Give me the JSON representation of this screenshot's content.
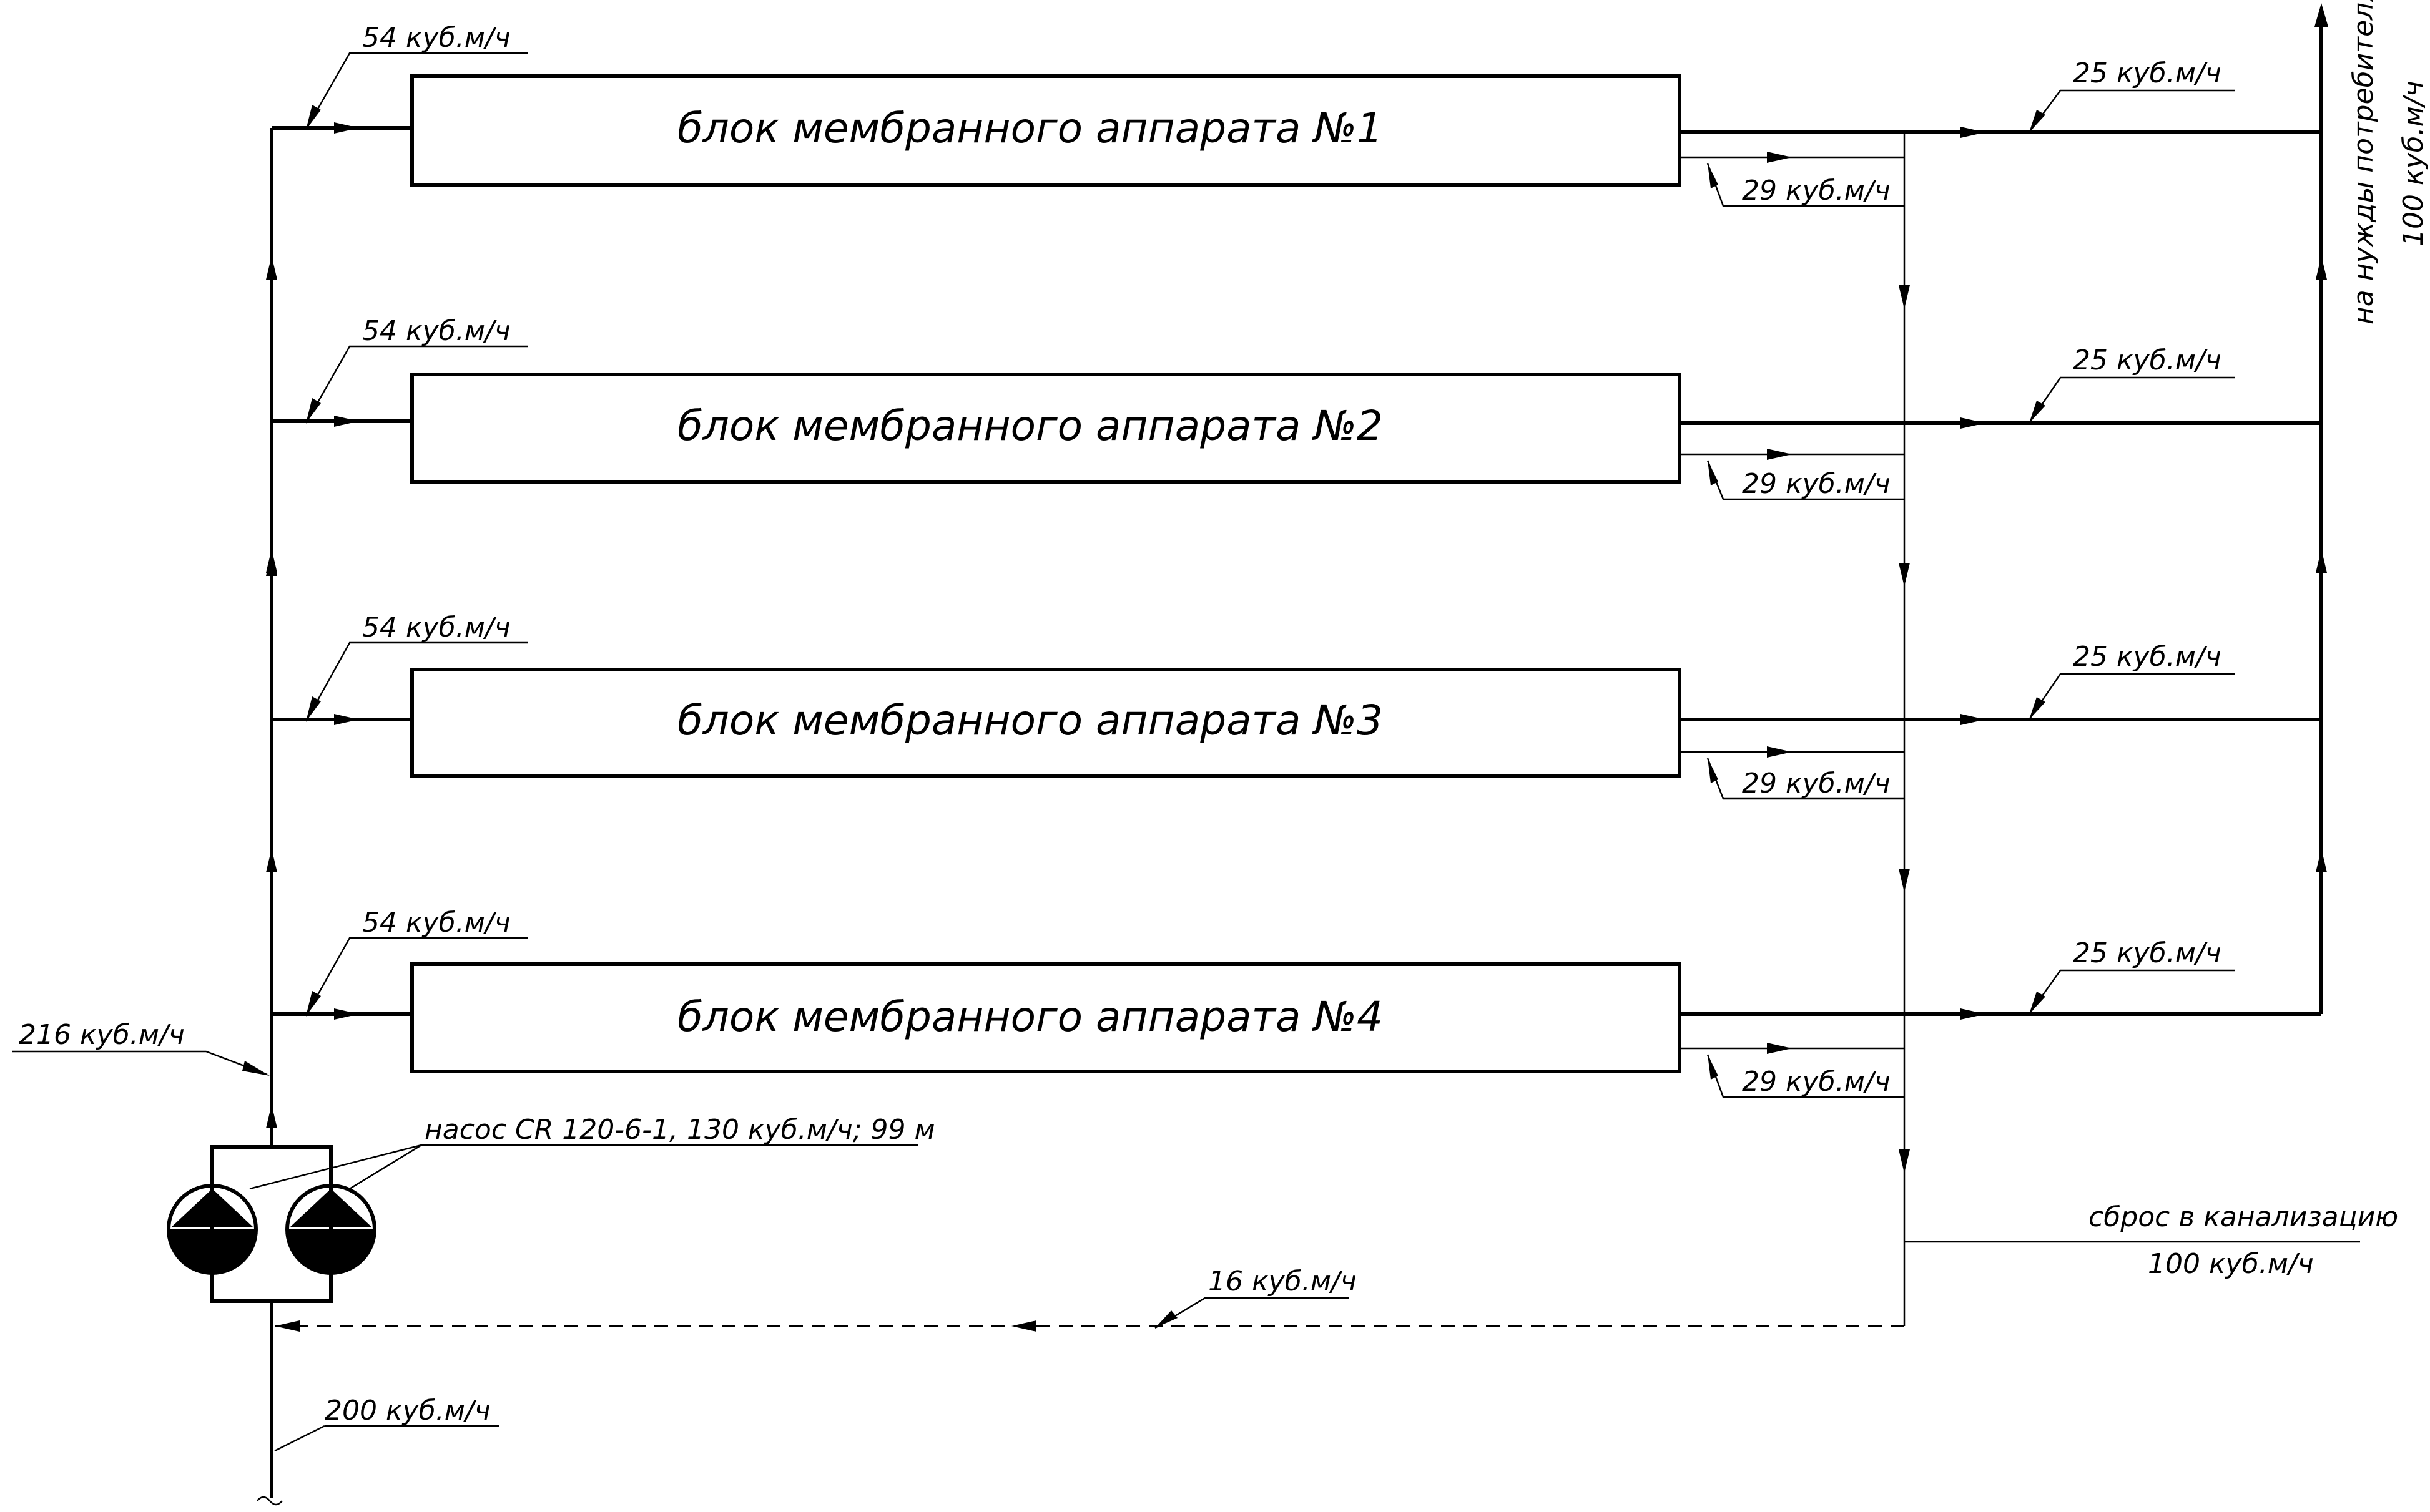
{
  "blocks": [
    {
      "name": "блок мембранного аппарата №1",
      "inflow": "54 куб.м/ч",
      "permeate": "25 куб.м/ч",
      "concentrate": "29 куб.м/ч"
    },
    {
      "name": "блок мембранного аппарата №2",
      "inflow": "54 куб.м/ч",
      "permeate": "25 куб.м/ч",
      "concentrate": "29 куб.м/ч"
    },
    {
      "name": "блок мембранного аппарата №3",
      "inflow": "54 куб.м/ч",
      "permeate": "25 куб.м/ч",
      "concentrate": "29 куб.м/ч"
    },
    {
      "name": "блок мембранного аппарата №4",
      "inflow": "54 куб.м/ч",
      "permeate": "25 куб.м/ч",
      "concentrate": "29 куб.м/ч"
    }
  ],
  "main_header_flow": "216 куб.м/ч",
  "pump_label": "насос CR 120-6-1, 130 куб.м/ч; 99 м",
  "source_flow": "200 куб.м/ч",
  "recycle_flow": "16 куб.м/ч",
  "discharge": {
    "label": "сброс в канализацию",
    "flow": "100 куб.м/ч"
  },
  "consumer": {
    "label": "на нужды потребителя",
    "flow": "100 куб.м/ч"
  }
}
